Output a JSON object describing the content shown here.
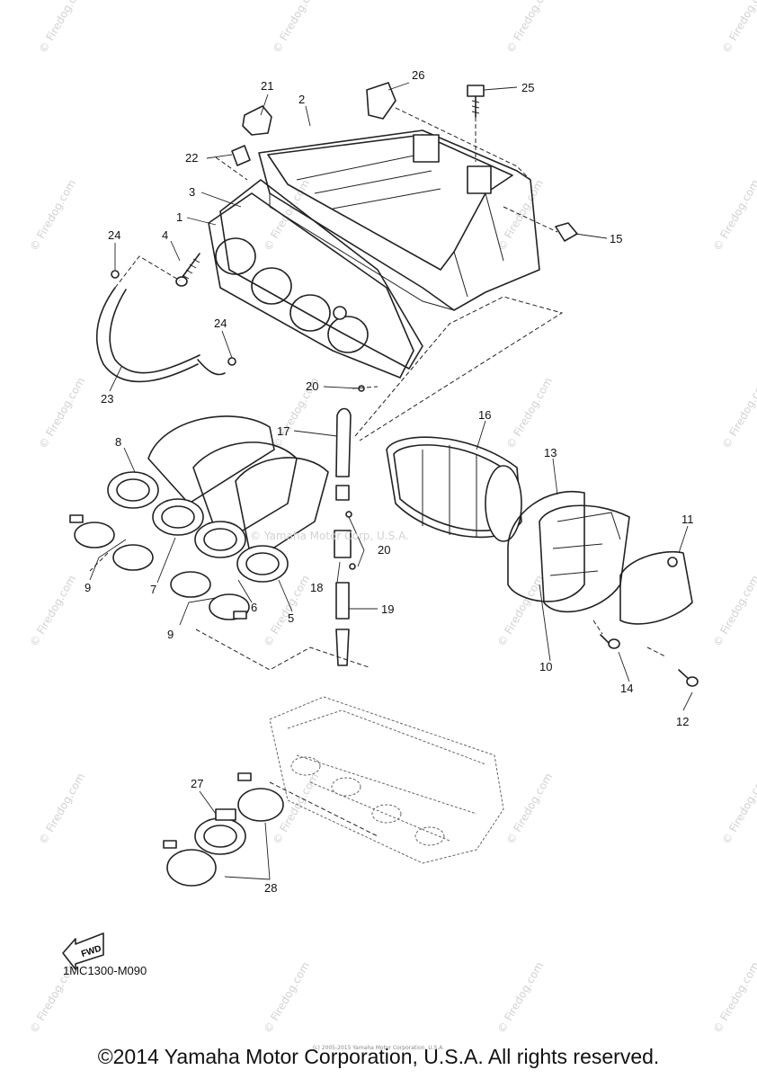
{
  "callouts": [
    "1",
    "2",
    "3",
    "4",
    "5",
    "6",
    "7",
    "8",
    "9",
    "9",
    "10",
    "11",
    "12",
    "13",
    "14",
    "15",
    "16",
    "17",
    "18",
    "19",
    "20",
    "20",
    "21",
    "22",
    "23",
    "24",
    "24",
    "25",
    "26",
    "27",
    "28"
  ],
  "watermark": "© Firedog.com",
  "center_watermark": "© Yamaha Motor Corp, U.S.A.",
  "fwd_label": "FWD",
  "diagram_code": "1MC1300-M090",
  "tiny_copyright": "(c) 2005-2015 Yamaha Motor Corporation, U.S.A.",
  "footer_copyright": "©2014 Yamaha Motor Corporation, U.S.A. All rights reserved."
}
